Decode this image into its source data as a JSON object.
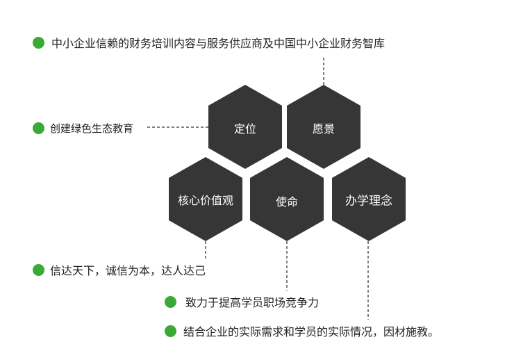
{
  "colors": {
    "bullet": "#3aaa35",
    "hexagon": "#363636",
    "line": "#555555"
  },
  "hexagons": {
    "positioning": "定位",
    "vision": "愿景",
    "core_values": "核心价值观",
    "mission": "使命",
    "philosophy": "办学理念"
  },
  "bullets": {
    "vision_text": "中小企业信赖的财务培训内容与服务供应商及中国中小企业财务智库",
    "positioning_text": "创建绿色生态教育",
    "core_values_text": "信达天下，诚信为本，达人达己",
    "mission_text": "致力于提高学员职场竞争力",
    "philosophy_text": "结合企业的实际需求和学员的实际情况，因材施教。"
  }
}
